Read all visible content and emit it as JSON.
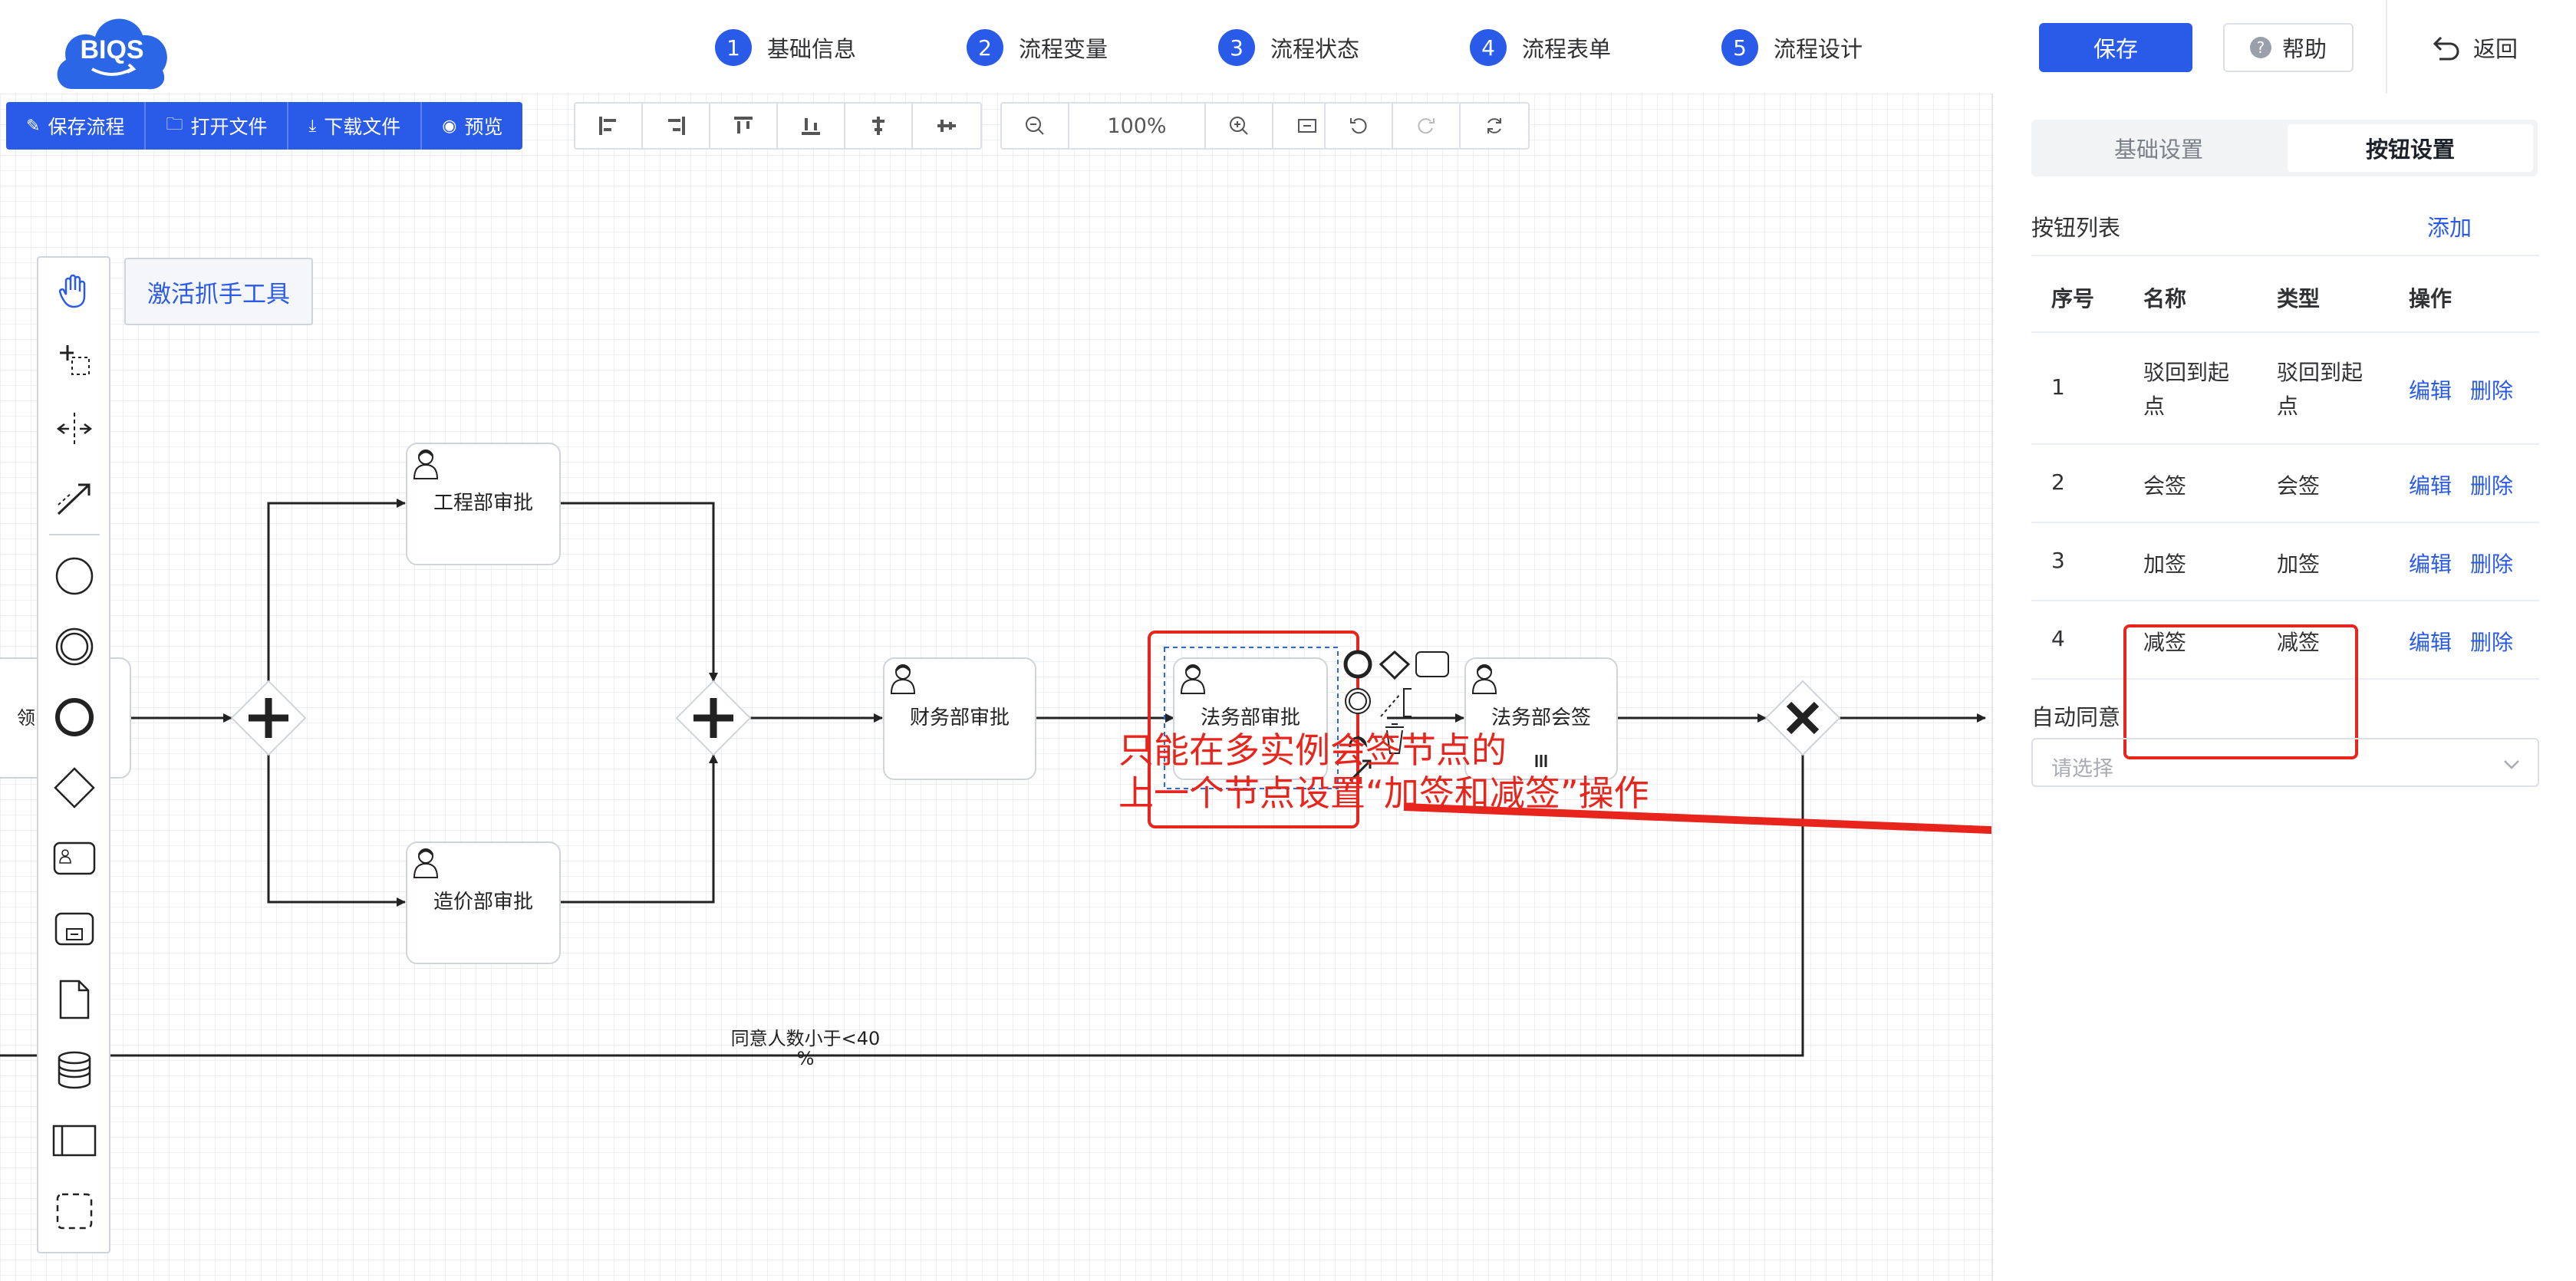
{
  "header": {
    "logo_text": "BIQS",
    "steps": [
      {
        "num": "1",
        "label": "基础信息"
      },
      {
        "num": "2",
        "label": "流程变量"
      },
      {
        "num": "3",
        "label": "流程状态"
      },
      {
        "num": "4",
        "label": "流程表单"
      },
      {
        "num": "5",
        "label": "流程设计"
      }
    ],
    "save_label": "保存",
    "help_label": "帮助",
    "back_label": "返回"
  },
  "toolbar": {
    "save_flow": "保存流程",
    "open_file": "打开文件",
    "download_file": "下载文件",
    "preview": "预览",
    "zoom": "100%"
  },
  "palette": {
    "tooltip": "激活抓手工具"
  },
  "diagram": {
    "nodes": {
      "left_partial": "领",
      "engineering": "工程部审批",
      "cost": "造价部审批",
      "finance": "财务部审批",
      "legal": "法务部审批",
      "legal_countersign": "法务部会签"
    },
    "condition_label_1": "同意人数小于<40",
    "condition_label_2": "%"
  },
  "annotation": {
    "line1": "只能在多实例会签节点的",
    "line2": "上一个节点设置“加签和减签”操作"
  },
  "panel": {
    "tab_basic": "基础设置",
    "tab_buttons": "按钮设置",
    "list_title": "按钮列表",
    "add": "添加",
    "columns": [
      "序号",
      "名称",
      "类型",
      "操作"
    ],
    "rows": [
      {
        "no": "1",
        "name_l1": "驳回到起",
        "name_l2": "点",
        "type_l1": "驳回到起",
        "type_l2": "点",
        "edit": "编辑",
        "delete": "删除"
      },
      {
        "no": "2",
        "name_l1": "会签",
        "type_l1": "会签",
        "edit": "编辑",
        "delete": "删除"
      },
      {
        "no": "3",
        "name_l1": "加签",
        "type_l1": "加签",
        "edit": "编辑",
        "delete": "删除"
      },
      {
        "no": "4",
        "name_l1": "减签",
        "type_l1": "减签",
        "edit": "编辑",
        "delete": "删除"
      }
    ],
    "auto_agree_label": "自动同意",
    "select_placeholder": "请选择"
  },
  "colors": {
    "primary": "#2a5ae8",
    "annotation_red": "#e8251c"
  }
}
